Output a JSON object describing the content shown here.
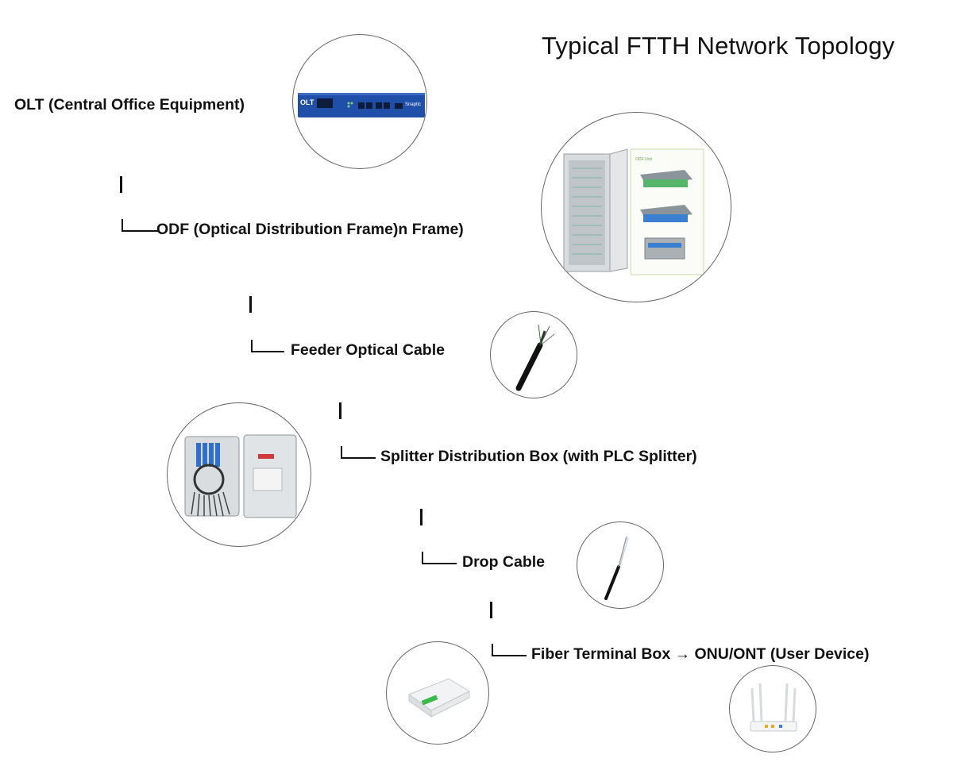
{
  "title": "Typical FTTH Network Topology",
  "steps": [
    {
      "label": "OLT (Central Office Equipment)"
    },
    {
      "label": "ODF  (Optical Distribution Frame)n Frame)"
    },
    {
      "label": "Feeder Optical Cable"
    },
    {
      "label": "Splitter Distribution Box (with PLC Splitter)"
    },
    {
      "label": "Drop Cable"
    },
    {
      "label": "Fiber Terminal Box → ONU/ONT (User Device)"
    }
  ],
  "olt_device": {
    "badge": "OLT",
    "brand": "Snaptic"
  },
  "odf_device": {
    "panel_label": "ODF Unit"
  },
  "colors": {
    "olt_blue": "#1f4fa8",
    "splitter_blue": "#2f6fd0",
    "frame_gray": "#cfd2d4"
  }
}
